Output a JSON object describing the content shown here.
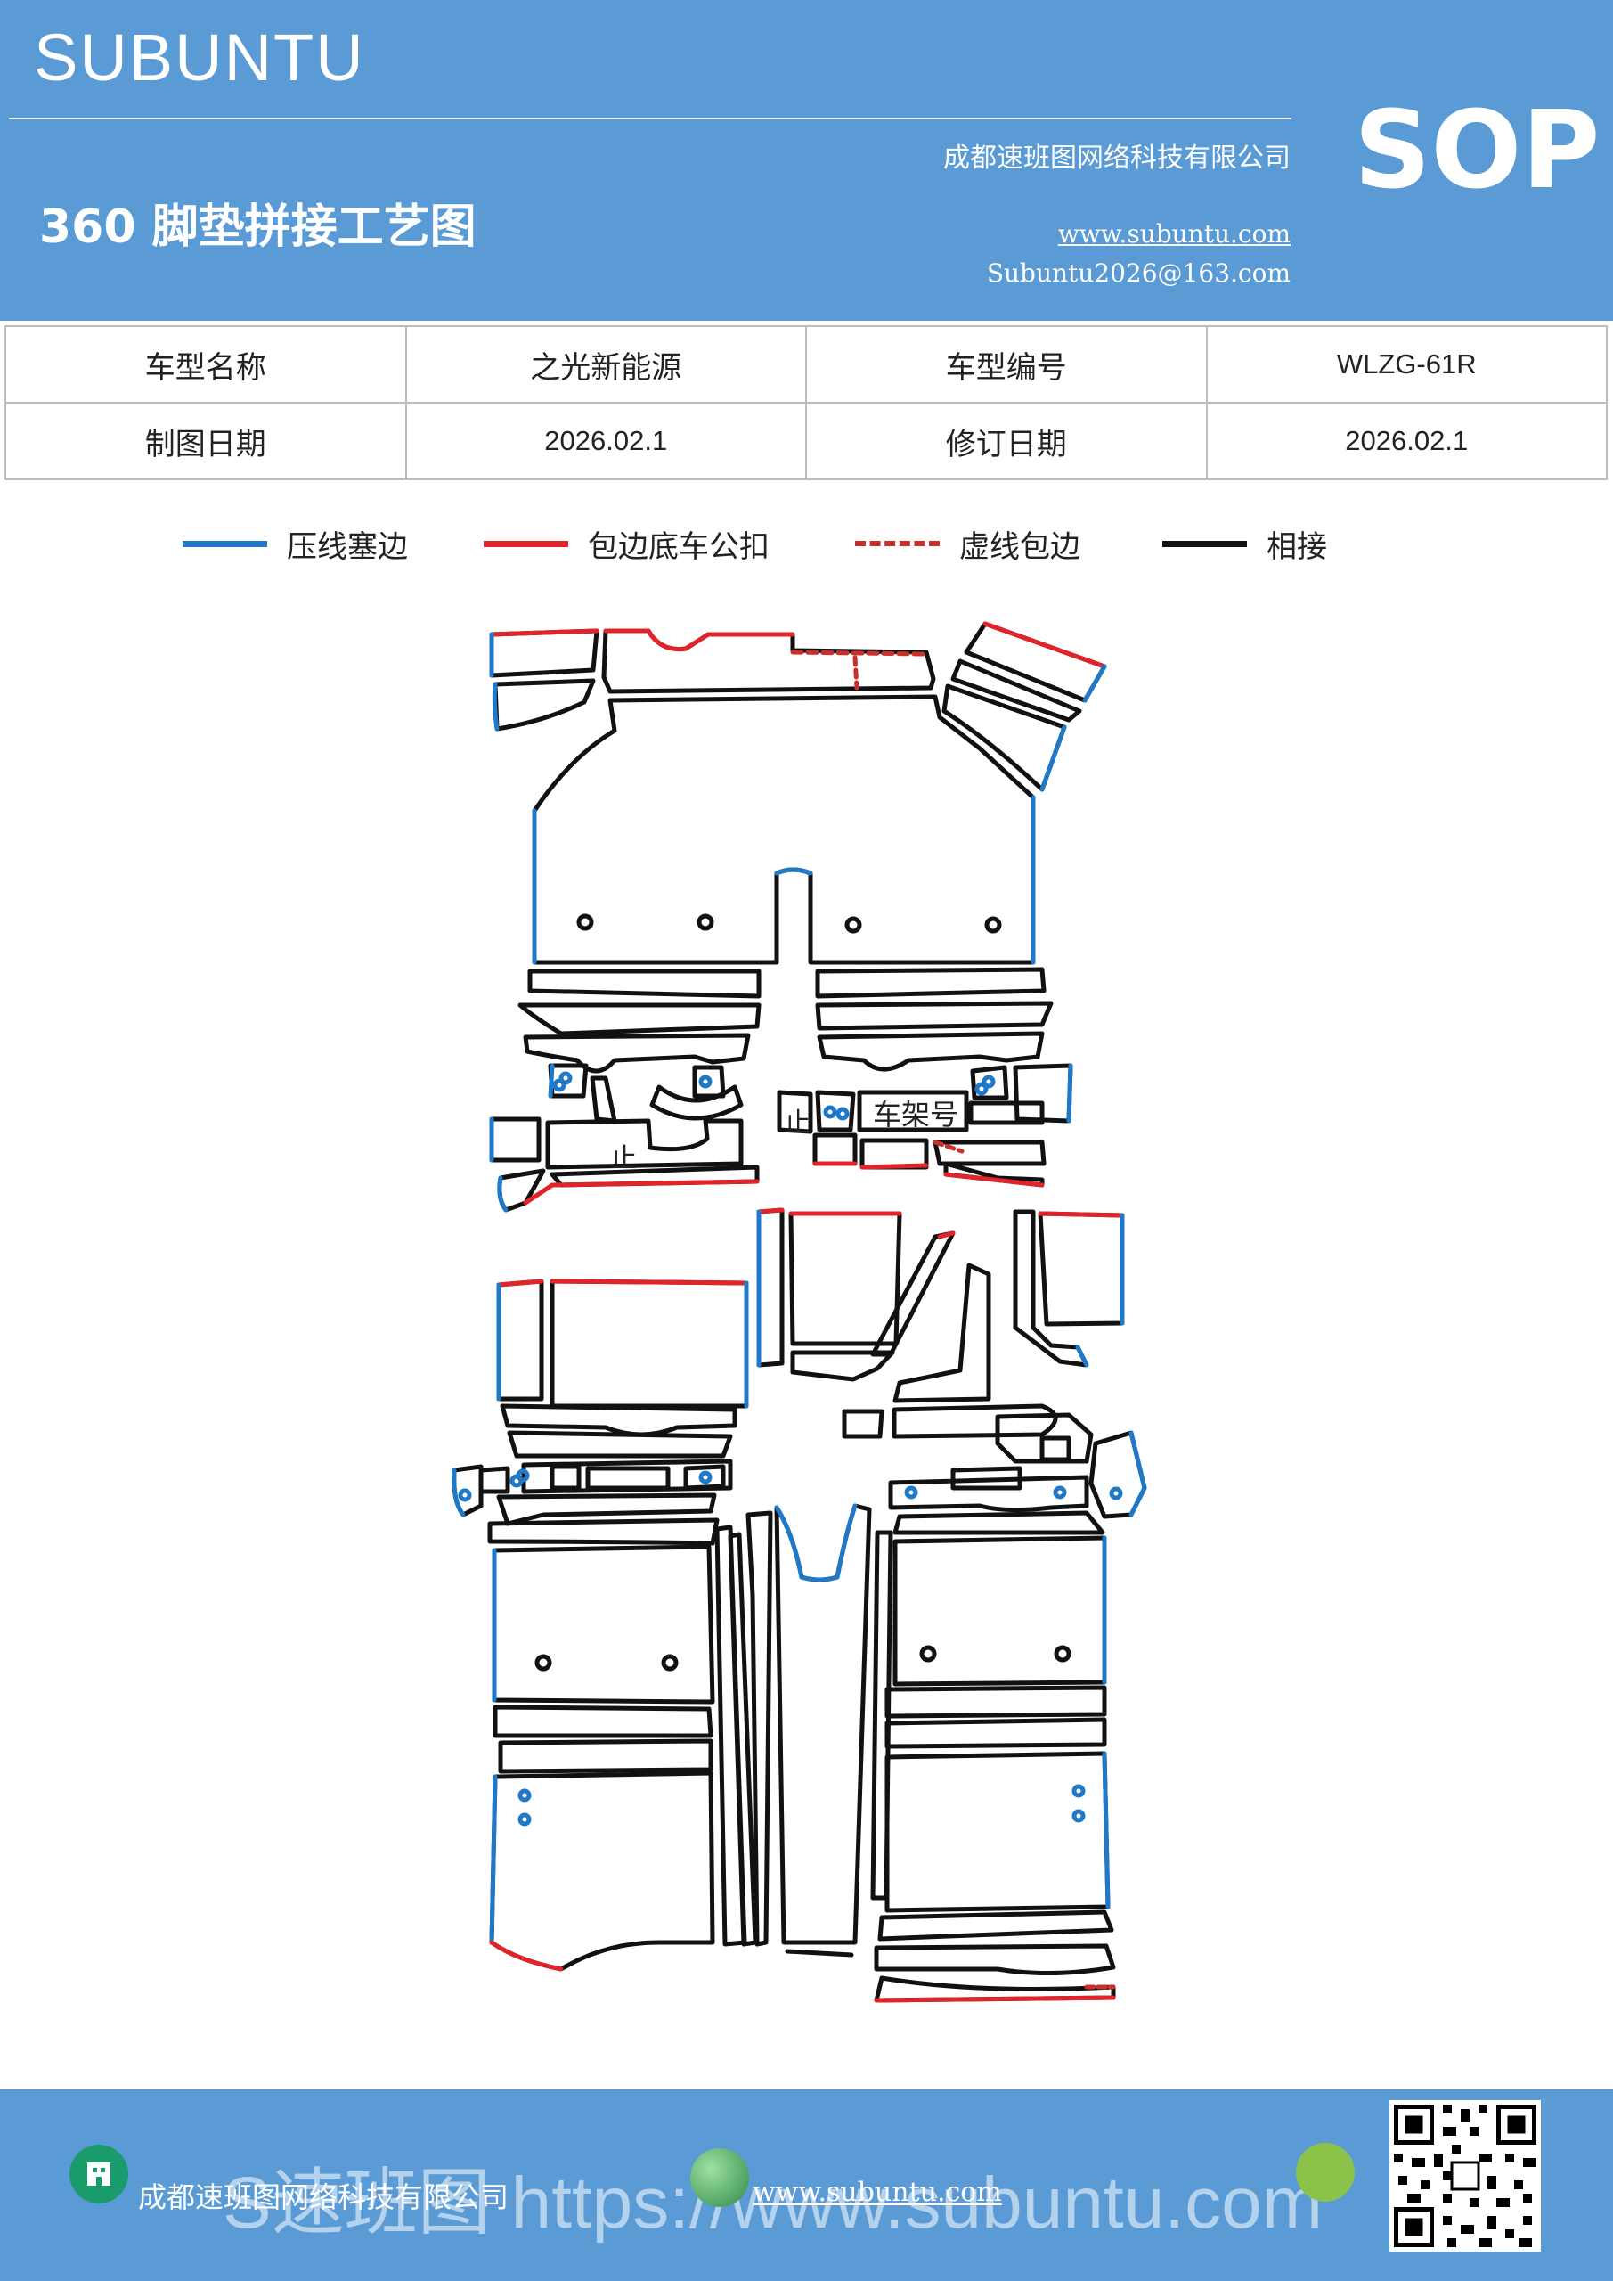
{
  "header": {
    "brand": "SUBUNTU",
    "title": "360 脚垫拼接工艺图",
    "company": "成都速班图网络科技有限公司",
    "website": "www.subuntu.com",
    "email": "Subuntu2026@163.com",
    "badge": "SOP"
  },
  "info_table": {
    "rows": [
      [
        "车型名称",
        "之光新能源",
        "车型编号",
        "WLZG-61R"
      ],
      [
        "制图日期",
        "2026.02.1",
        "修订日期",
        "2026.02.1"
      ]
    ]
  },
  "legend": {
    "items": [
      {
        "label": "压线塞边",
        "color": "#1f78c8",
        "style": "solid"
      },
      {
        "label": "包边底车公扣",
        "color": "#e0242a",
        "style": "solid"
      },
      {
        "label": "虚线包边",
        "color": "#c9302c",
        "style": "dashed"
      },
      {
        "label": "相接",
        "color": "#111111",
        "style": "solid"
      }
    ]
  },
  "diagram": {
    "label_frame": "车架号",
    "label_stop_1": "止",
    "label_stop_2": "止",
    "colors": {
      "outline": "#111111",
      "blue": "#1f78c8",
      "red": "#e0242a"
    }
  },
  "footer": {
    "company": "成都速班图网络科技有限公司",
    "website": "www.subuntu.com",
    "watermark": "S速班图 https://www.subuntu.com"
  }
}
